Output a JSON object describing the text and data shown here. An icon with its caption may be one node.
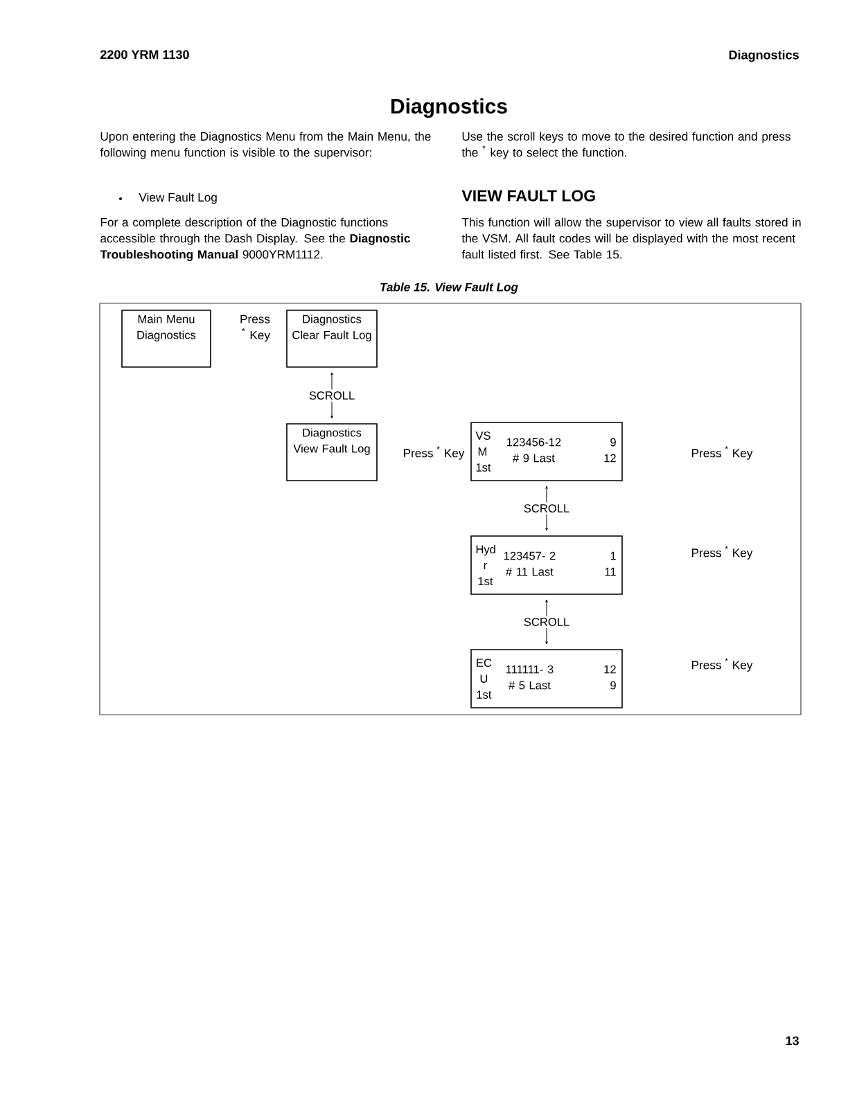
{
  "diagram": {
    "title": "Diagnostics",
    "caption": "Table 15. View Fault Log",
    "nodes": [
      {
        "text": [
          "Main Menu Diagnostics"
        ]
      },
      {
        "text": [
          "Diagnostics Clear Fault Log"
        ]
      },
      {
        "text": [
          "Diagnostics View Fault Log"
        ]
      },
      {
        "text": [
          "VS M 1st",
          "123456-12 # 9 Last",
          "9 12"
        ]
      },
      {
        "text": [
          "Hyd r 1st",
          "123457- 2 # 11 Last",
          "1 11"
        ]
      },
      {
        "text": [
          "EC U 1st",
          "111111- 3 # 5 Last",
          "12 9"
        ]
      }
    ],
    "edges": [
      {
        "from": 1,
        "to": 2,
        "arrow": "both",
        "label": "SCROLL"
      },
      {
        "from": 3,
        "to": 4,
        "arrow": "both",
        "label": "SCROLL"
      },
      {
        "from": 4,
        "to": 5,
        "arrow": "both",
        "label": "SCROLL"
      }
    ],
    "labels": [
      "2200 YRM 1130",
      "Diagnostics",
      "Upon entering the Diagnostics Menu from the Main Menu, the following menu function is visible to the supervisor:",
      "View Fault Log",
      "For a complete description of the Diagnostic functions accessible through the Dash Display. See the **Diagnostic Troubleshooting Manual** 9000YRM1112.",
      "Use the scroll keys to move to the desired function and press the $^{*}$ key to select the function.",
      "VIEW FAULT LOG",
      "This function will allow the supervisor to view all faults stored in the VSM. All fault codes will be displayed with the most recent fault listed first. See Table 15.",
      "Press $^{*}$ Key",
      "Press $^{*}$ Key",
      "Press $^{*}$ Key",
      "Press $^{*}$ Key",
      "Press $^{*}$ Key",
      "13"
    ]
  }
}
